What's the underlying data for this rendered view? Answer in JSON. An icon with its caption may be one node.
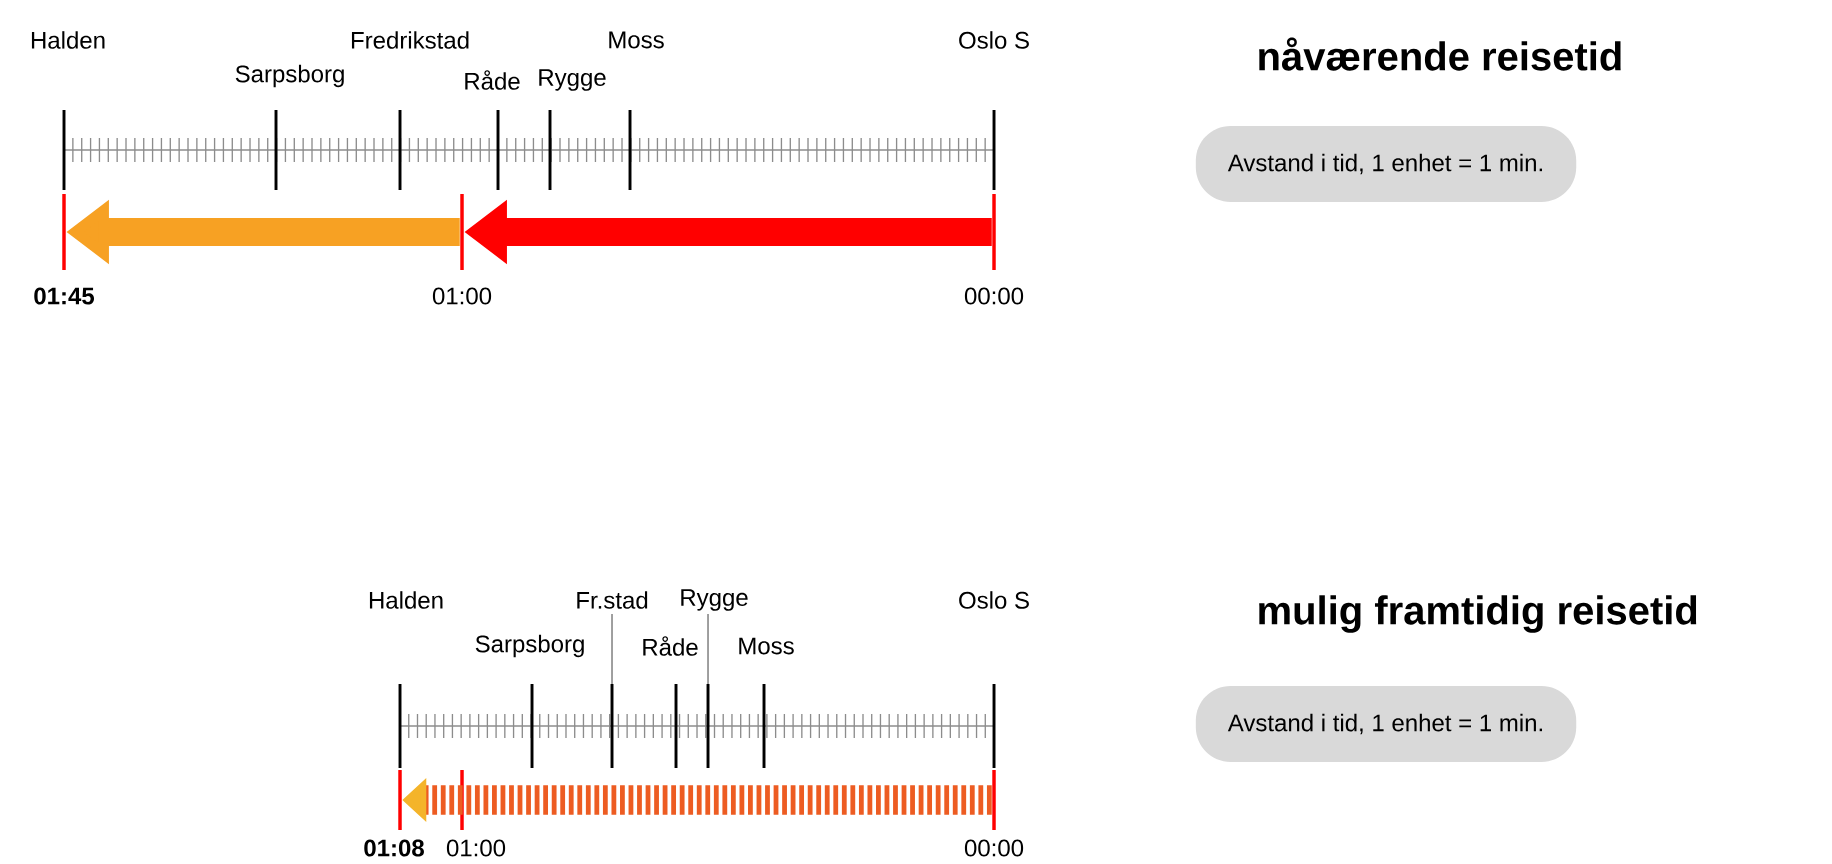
{
  "diagram": {
    "nodes": [
      {
        "text": [
          "Avstand i tid, 1 enhet = 1 min."
        ]
      },
      {
        "text": [],
        "shape": "bar",
        "beside": [
          "01:45"
        ]
      },
      {
        "text": [],
        "shape": "bar",
        "beside": [
          "01:00"
        ]
      },
      {
        "text": [],
        "shape": "bar",
        "beside": [
          "00:00"
        ]
      },
      {
        "text": [
          "Avstand i tid, 1 enhet = 1 min."
        ]
      },
      {
        "text": [],
        "shape": "bar",
        "beside": [
          "01:08"
        ]
      },
      {
        "text": [],
        "shape": "bar",
        "beside": [
          "01:00"
        ]
      },
      {
        "text": [],
        "shape": "bar",
        "beside": [
          "00:00"
        ]
      }
    ],
    "edges": [
      {
        "from": 3,
        "to": 2,
        "arrow": "to",
        "color": "#ff0000"
      },
      {
        "from": 2,
        "to": 1,
        "arrow": "to",
        "color": "#f7a123"
      },
      {
        "from": 7,
        "to": 5,
        "arrow": "to",
        "style": "dashed",
        "color": "#ed5c22"
      }
    ],
    "labels": [
      "Halden",
      "Fredrikstad",
      "Moss",
      "Oslo S",
      "nåværende reisetid",
      "Sarpsborg",
      "Råde",
      "Rygge",
      "Halden",
      "Fr.stad",
      "Rygge",
      "Oslo S",
      "mulig framtidig reisetid",
      "Sarpsborg",
      "Råde",
      "Moss"
    ]
  }
}
